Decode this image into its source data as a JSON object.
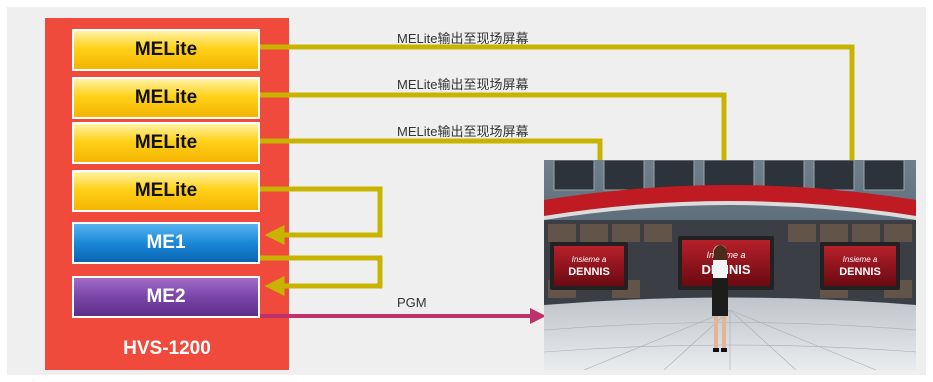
{
  "switcher": {
    "name": "HVS-1200",
    "buses": [
      {
        "label": "MELite"
      },
      {
        "label": "MELite"
      },
      {
        "label": "MELite"
      },
      {
        "label": "MELite"
      },
      {
        "label": "ME1"
      },
      {
        "label": "ME2"
      }
    ]
  },
  "connections": {
    "screen_output_labels": [
      "MELite输出至现场屏幕",
      "MELite输出至现场屏幕",
      "MELite输出至现场屏幕"
    ],
    "pgm_label": "PGM"
  },
  "studio": {
    "screen_text": [
      "Insieme a DENNIS",
      "Insieme a DENNIS",
      "Insieme a DENNIS"
    ]
  },
  "colors": {
    "switcher_bg": "#ef4a3b",
    "melite_wire": "#c8b400",
    "pgm_wire": "#c0306a"
  }
}
